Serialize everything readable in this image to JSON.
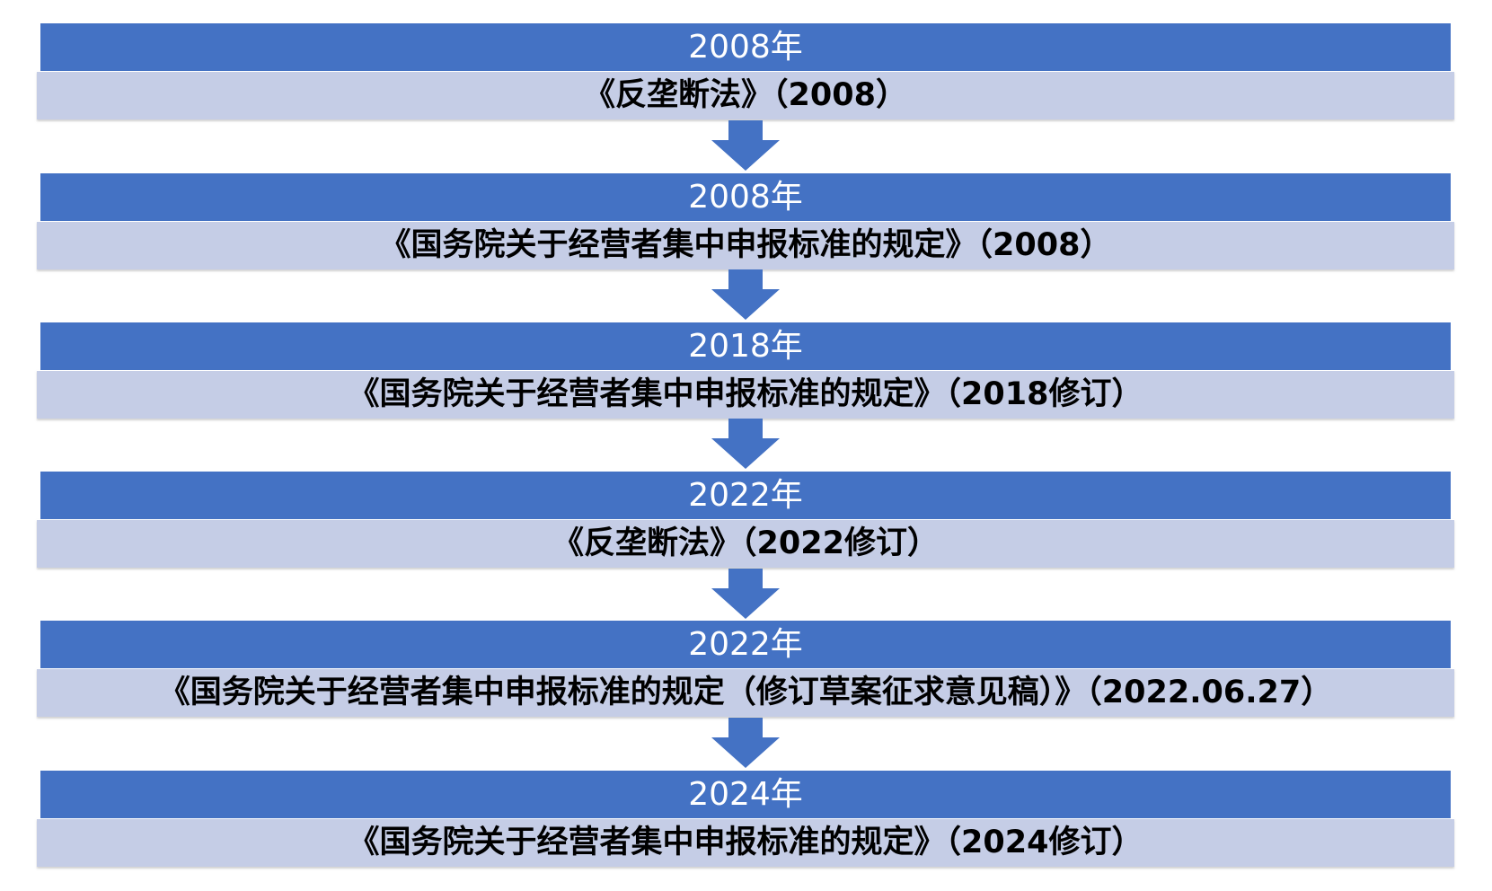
{
  "colors": {
    "year_bar": "#4472c4",
    "law_bar": "#c5cde6",
    "arrow": "#4472c4"
  },
  "steps": [
    {
      "year": "2008年",
      "law": "《反垄断法》（2008）"
    },
    {
      "year": "2008年",
      "law": "《国务院关于经营者集中申报标准的规定》（2008）"
    },
    {
      "year": "2018年",
      "law": "《国务院关于经营者集中申报标准的规定》（2018修订）"
    },
    {
      "year": "2022年",
      "law": "《反垄断法》（2022修订）"
    },
    {
      "year": "2022年",
      "law": "《国务院关于经营者集中申报标准的规定（修订草案征求意见稿）》（2022.06.27）"
    },
    {
      "year": "2024年",
      "law": "《国务院关于经营者集中申报标准的规定》（2024修订）"
    }
  ]
}
